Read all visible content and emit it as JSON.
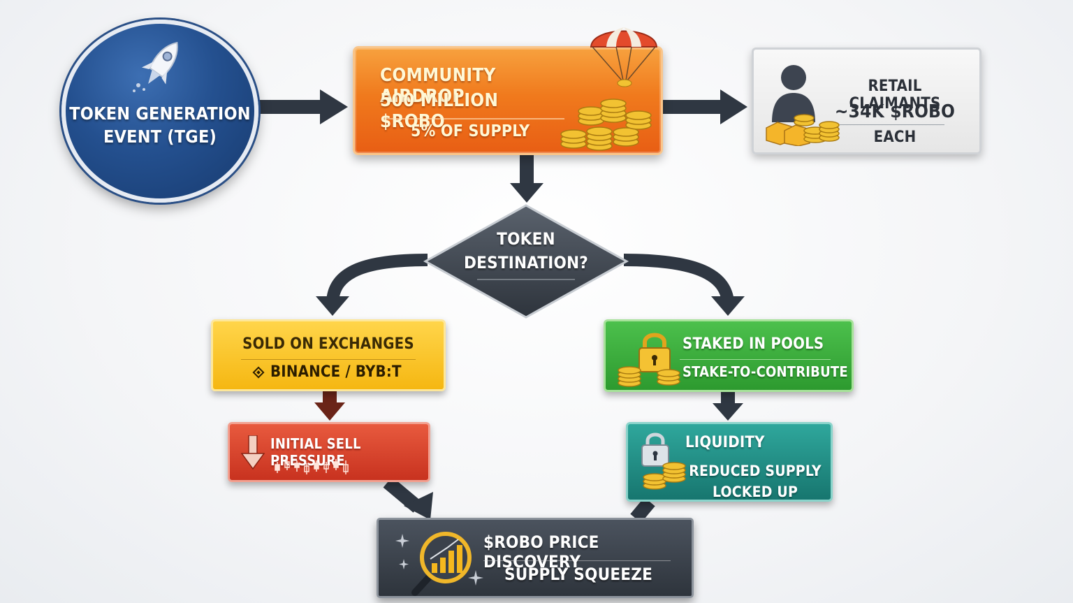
{
  "tge": {
    "line1": "TOKEN GENERATION",
    "line2": "EVENT (TGE)"
  },
  "airdrop": {
    "line1": "COMMUNITY AIRDROP",
    "line2": "500 MILLION $ROBO",
    "line3": "5% OF SUPPLY"
  },
  "retail": {
    "line1": "RETAIL CLAIMANTS",
    "line2": "~34K $ROBO",
    "line3": "EACH"
  },
  "decision": {
    "line1": "TOKEN",
    "line2": "DESTINATION?"
  },
  "sold": {
    "line1": "SOLD ON EXCHANGES",
    "line2": "BINANCE / BYB:T"
  },
  "sell_pressure": {
    "line1": "INITIAL SELL PRESSURE"
  },
  "staked": {
    "line1": "STAKED IN POOLS",
    "line2": "STAKE-TO-CONTRIBUTE"
  },
  "liquidity": {
    "line1": "LIQUIDITY",
    "line2": "REDUCED SUPPLY",
    "line3": "LOCKED UP"
  },
  "price": {
    "line1": "$ROBO PRICE DISCOVERY",
    "line2": "SUPPLY SQUEEZE"
  },
  "colors": {
    "tge": "#24508f",
    "airdrop": "#f07a1d",
    "retail": "#e6e6e6",
    "decision": "#3b424b",
    "sold": "#f5b712",
    "sell_pressure": "#c8321f",
    "staked": "#2d9a2f",
    "liquidity": "#17766f",
    "price": "#2e343c",
    "arrow": "#2f3742"
  },
  "icons": [
    "rocket-icon",
    "parachute-icon",
    "coin-stack-icon",
    "person-icon",
    "gold-bars-icon",
    "binance-logo-icon",
    "down-arrow-icon",
    "candlestick-icon",
    "padlock-icon",
    "magnifier-chart-icon",
    "sparkle-icon"
  ]
}
